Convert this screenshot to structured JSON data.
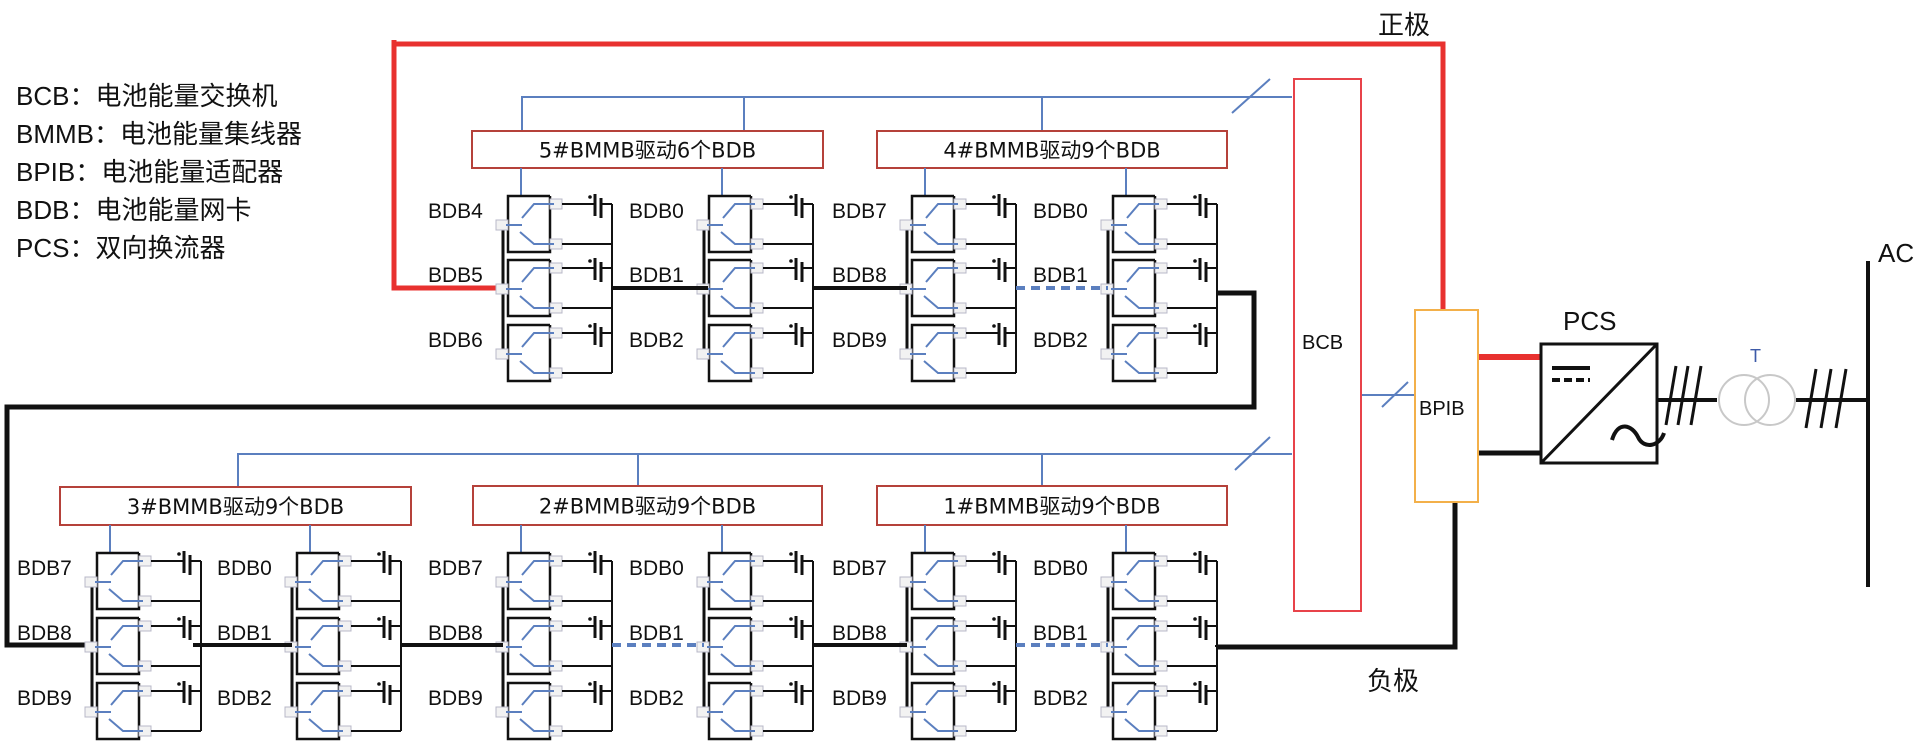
{
  "legend": [
    {
      "abbr": "BCB：",
      "desc": "电池能量交换机"
    },
    {
      "abbr": "BMMB：",
      "desc": "电池能量集线器"
    },
    {
      "abbr": "BPIB：",
      "desc": "电池能量适配器"
    },
    {
      "abbr": "BDB：",
      "desc": "电池能量网卡"
    },
    {
      "abbr": "PCS：",
      "desc": "双向换流器"
    }
  ],
  "labels": {
    "positive": "正极",
    "negative": "负极",
    "bcb": "BCB",
    "bpib": "BPIB",
    "pcs": "PCS",
    "transformer": "T",
    "ac": "AC"
  },
  "bmmb": [
    {
      "id": "5",
      "label": "5#BMMB驱动6个BDB",
      "columns": [
        [
          "BDB4",
          "BDB5",
          "BDB6"
        ],
        [
          "BDB0",
          "BDB1",
          "BDB2"
        ]
      ]
    },
    {
      "id": "4",
      "label": "4#BMMB驱动9个BDB",
      "columns": [
        [
          "BDB7",
          "BDB8",
          "BDB9"
        ],
        [
          "BDB0",
          "BDB1",
          "BDB2"
        ]
      ]
    },
    {
      "id": "3",
      "label": "3#BMMB驱动9个BDB",
      "columns": [
        [
          "BDB7",
          "BDB8",
          "BDB9"
        ],
        [
          "BDB0",
          "BDB1",
          "BDB2"
        ]
      ]
    },
    {
      "id": "2",
      "label": "2#BMMB驱动9个BDB",
      "columns": [
        [
          "BDB7",
          "BDB8",
          "BDB9"
        ],
        [
          "BDB0",
          "BDB1",
          "BDB2"
        ]
      ]
    },
    {
      "id": "1",
      "label": "1#BMMB驱动9个BDB",
      "columns": [
        [
          "BDB7",
          "BDB8",
          "BDB9"
        ],
        [
          "BDB0",
          "BDB1",
          "BDB2"
        ]
      ]
    }
  ],
  "colors": {
    "positive": "#e8312f",
    "negative": "#111111",
    "comm": "#5b7fbf",
    "bmmb_border": "#b5413a",
    "bcb_border": "#e8434a",
    "bpib_border": "#f3b04a",
    "transformer": "#c8c8c8",
    "transformer_label": "#3d5aa8"
  }
}
